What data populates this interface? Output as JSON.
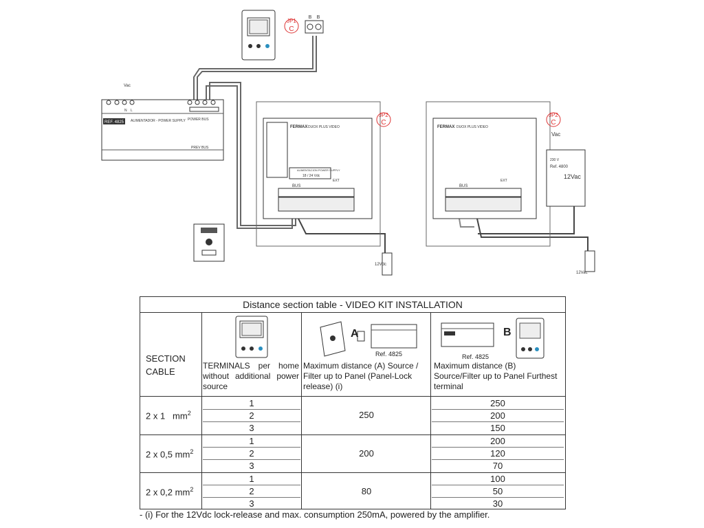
{
  "diagram": {
    "jp1_label": "JP1",
    "jp1_state": "C",
    "jp2_left_label": "JP2",
    "jp2_left_state": "C",
    "jp2_right_label": "JP2",
    "jp2_right_state": "C",
    "terminal_b1": "B",
    "terminal_b2": "B",
    "psu_vac": "Vac",
    "psu_n": "N",
    "psu_l": "L",
    "psu_title": "ALIMENTADOR - POWER SUPPLY",
    "psu_ref": "REF. 4825",
    "psu_power_bus": "POWER BUS",
    "psu_prev_bus": "PREV BUS",
    "panel_brand": "FERMAX",
    "panel_model": "DUOX PLUS VIDEO",
    "panel_supply_label": "ALIMENTACION POWER SUPPLY",
    "panel_supply_value": "18 / 24 Vdc",
    "panel_bus_label": "BUS",
    "panel_ext_label": "EXT",
    "right_panel_brand": "FERMAX",
    "right_panel_model": "DUOX PLUS VIDEO",
    "right_bus_label": "BUS",
    "right_ext_label": "EXT",
    "right_vac": "Vac",
    "amp_ref": "Ref. 4800",
    "amp_12vac": "12Vac",
    "amp_230": "230 V",
    "lock_left_label": "12Vdc",
    "lock_right_label": "12Vac"
  },
  "table": {
    "title": "Distance section table - VIDEO KIT INSTALLATION",
    "col1_header": "SECTION CABLE",
    "col2_header": "TERMINALS per home without additional power source",
    "col3_header": "Maximum distance (A) Source / Filter up to Panel (Panel-Lock release) (i)",
    "col4_header": "Maximum distance (B) Source/Filter up to Panel Furthest terminal",
    "col3_letter": "A",
    "col4_letter": "B",
    "col3_ref": "Ref. 4825",
    "col4_ref": "Ref. 4825",
    "groups": [
      {
        "cable": "2 x 1",
        "unit": "mm",
        "exp": "2",
        "distance_a": "250",
        "rows": [
          {
            "terminals": "1",
            "distance_b": "250"
          },
          {
            "terminals": "2",
            "distance_b": "200"
          },
          {
            "terminals": "3",
            "distance_b": "150"
          }
        ]
      },
      {
        "cable": "2 x 0,5",
        "unit": "mm",
        "exp": "2",
        "distance_a": "200",
        "rows": [
          {
            "terminals": "1",
            "distance_b": "200"
          },
          {
            "terminals": "2",
            "distance_b": "120"
          },
          {
            "terminals": "3",
            "distance_b": "70"
          }
        ]
      },
      {
        "cable": "2 x 0,2",
        "unit": "mm",
        "exp": "2",
        "distance_a": "80",
        "rows": [
          {
            "terminals": "1",
            "distance_b": "100"
          },
          {
            "terminals": "2",
            "distance_b": "50"
          },
          {
            "terminals": "3",
            "distance_b": "30"
          }
        ]
      }
    ],
    "footnote": "- (i) For the 12Vdc lock-release and max. consumption 250mA, powered by the amplifier."
  }
}
